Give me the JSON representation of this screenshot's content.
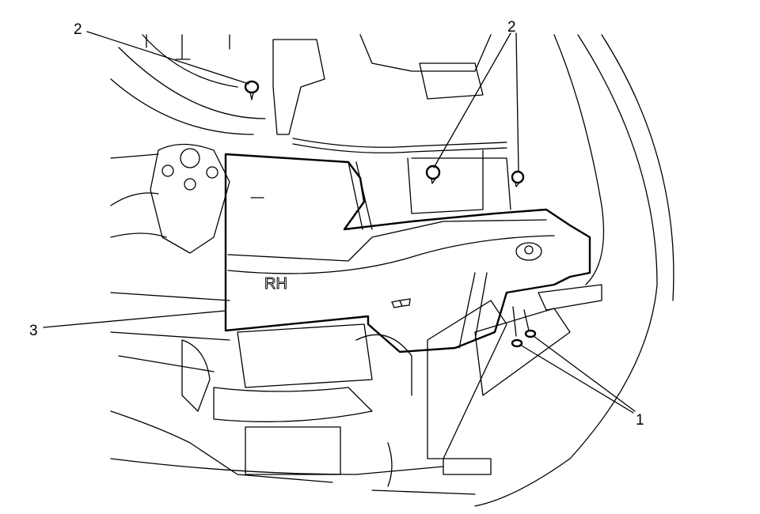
{
  "diagram": {
    "part_label": "RH",
    "callouts": [
      {
        "id": "2a",
        "label": "2"
      },
      {
        "id": "2b",
        "label": "2"
      },
      {
        "id": "3",
        "label": "3"
      },
      {
        "id": "1",
        "label": "1"
      }
    ]
  }
}
